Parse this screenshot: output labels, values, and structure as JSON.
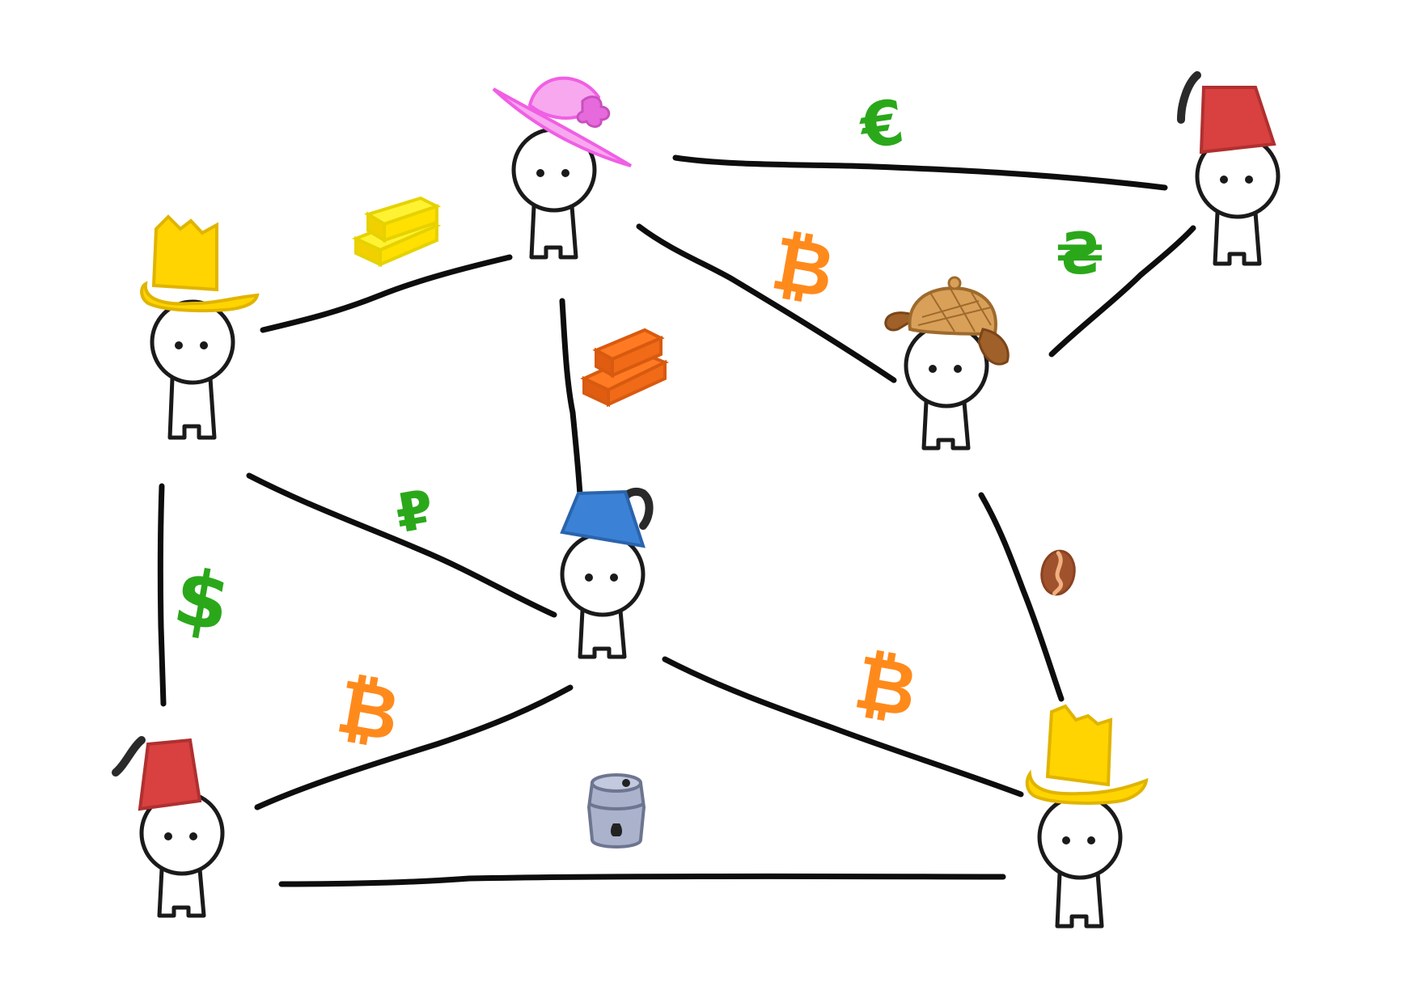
{
  "diagram": {
    "type": "trade-network",
    "people": [
      {
        "id": "pink-hat-person",
        "hat": "pink-sunhat-icon",
        "hat_color": "#f7a8ef"
      },
      {
        "id": "red-fez-top-right",
        "hat": "fez-icon",
        "hat_color": "#d94040"
      },
      {
        "id": "yellow-hat-left",
        "hat": "cowboy-hat-icon",
        "hat_color": "#ffd400"
      },
      {
        "id": "detective-person",
        "hat": "deerstalker-icon",
        "hat_color": "#d9a05a"
      },
      {
        "id": "blue-fez-center",
        "hat": "fez-icon",
        "hat_color": "#3b82d6"
      },
      {
        "id": "red-fez-bottom-left",
        "hat": "fez-icon",
        "hat_color": "#d94040"
      },
      {
        "id": "yellow-hat-bottom-right",
        "hat": "cowboy-hat-icon",
        "hat_color": "#ffd400"
      }
    ],
    "connections": [
      {
        "from": "yellow-hat-left",
        "to": "pink-hat-person",
        "medium": "gold-bars-icon"
      },
      {
        "from": "pink-hat-person",
        "to": "red-fez-top-right",
        "medium": "euro-symbol",
        "symbol": "€"
      },
      {
        "from": "pink-hat-person",
        "to": "detective-person",
        "medium": "bitcoin-symbol",
        "symbol": "₿"
      },
      {
        "from": "pink-hat-person",
        "to": "blue-fez-center",
        "medium": "copper-bars-icon"
      },
      {
        "from": "detective-person",
        "to": "red-fez-top-right",
        "medium": "hryvnia-symbol",
        "symbol": "₴"
      },
      {
        "from": "yellow-hat-left",
        "to": "blue-fez-center",
        "medium": "ruble-symbol",
        "symbol": "₽"
      },
      {
        "from": "yellow-hat-left",
        "to": "red-fez-bottom-left",
        "medium": "dollar-symbol",
        "symbol": "$"
      },
      {
        "from": "blue-fez-center",
        "to": "red-fez-bottom-left",
        "medium": "bitcoin-symbol",
        "symbol": "₿"
      },
      {
        "from": "blue-fez-center",
        "to": "yellow-hat-bottom-right",
        "medium": "bitcoin-symbol",
        "symbol": "₿"
      },
      {
        "from": "detective-person",
        "to": "yellow-hat-bottom-right",
        "medium": "coffee-bean-icon"
      },
      {
        "from": "red-fez-bottom-left",
        "to": "yellow-hat-bottom-right",
        "medium": "keg-icon"
      }
    ],
    "colors": {
      "fiat_currency": "#2aa81a",
      "bitcoin": "#ff8a1c",
      "gold": "#ffe000",
      "copper": "#f06a17",
      "coffee": "#a0522d",
      "keg": "#aab2cc",
      "line": "#0d0d0d"
    }
  },
  "symbols": {
    "euro": "€",
    "hryvnia": "₴",
    "ruble": "₽",
    "dollar": "$",
    "bitcoin": "₿"
  }
}
